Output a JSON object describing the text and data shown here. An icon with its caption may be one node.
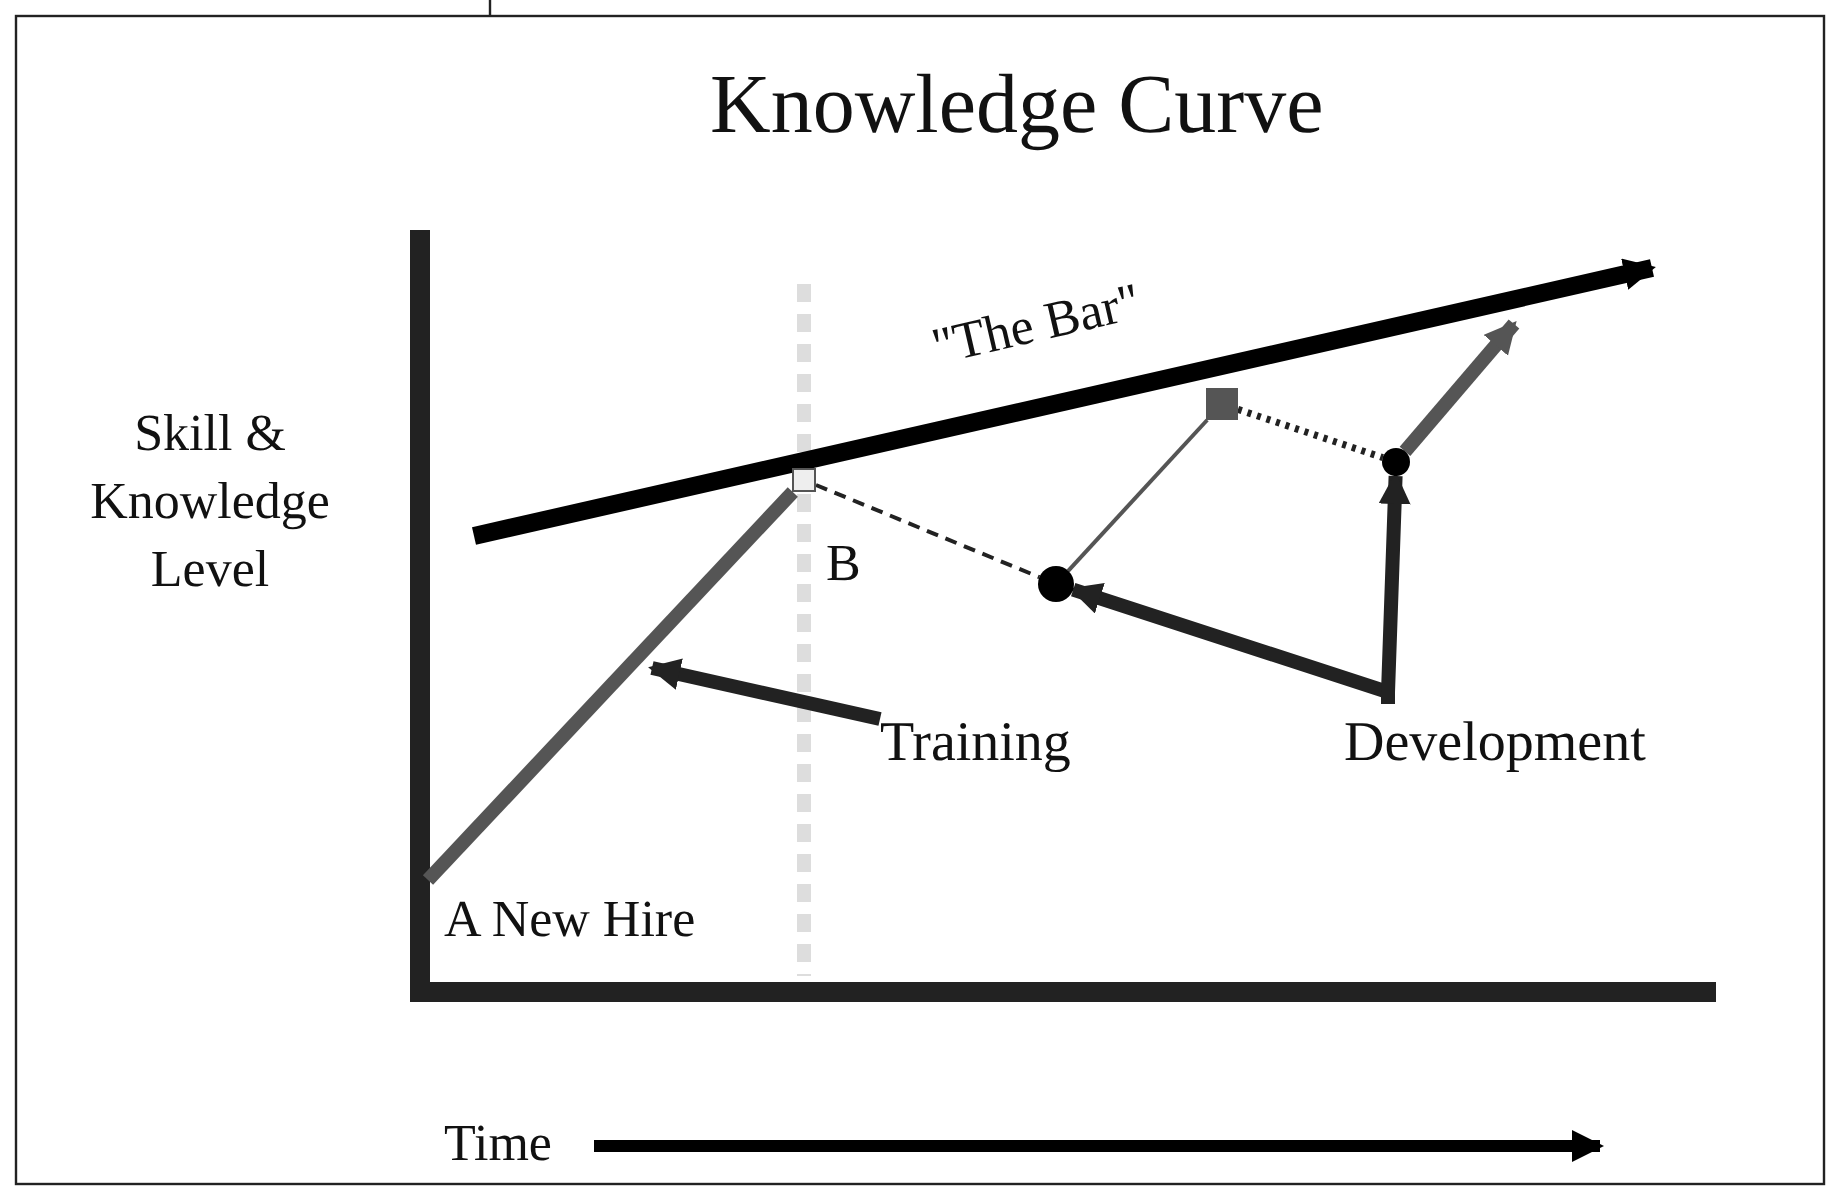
{
  "diagram": {
    "title": "Knowledge Curve",
    "nodes": [
      {
        "text": [
          "Training"
        ]
      },
      {
        "text": [
          "Development"
        ]
      },
      {
        "text": [],
        "shape": "box"
      },
      {
        "text": [],
        "shape": "circle"
      },
      {
        "text": [],
        "shape": "box"
      },
      {
        "text": [],
        "shape": "circle"
      }
    ],
    "edges": [
      {
        "from": 0,
        "to": null,
        "arrow": "to"
      },
      {
        "from": 1,
        "to": 3,
        "arrow": "to"
      },
      {
        "from": 1,
        "to": 5,
        "arrow": "to"
      },
      {
        "from": null,
        "to": 2,
        "arrow": "none",
        "color": "#555555"
      },
      {
        "from": 2,
        "to": 3,
        "arrow": "none",
        "style": "dashed"
      },
      {
        "from": 3,
        "to": 4,
        "arrow": "none",
        "color": "#555555"
      },
      {
        "from": 4,
        "to": 5,
        "arrow": "none",
        "style": "dashed"
      },
      {
        "from": 5,
        "to": null,
        "arrow": "to",
        "color": "#555555"
      }
    ],
    "labels": [
      "\"The Bar\"",
      "Skill & Knowledge Level",
      "B",
      "A New Hire",
      "Time"
    ]
  }
}
